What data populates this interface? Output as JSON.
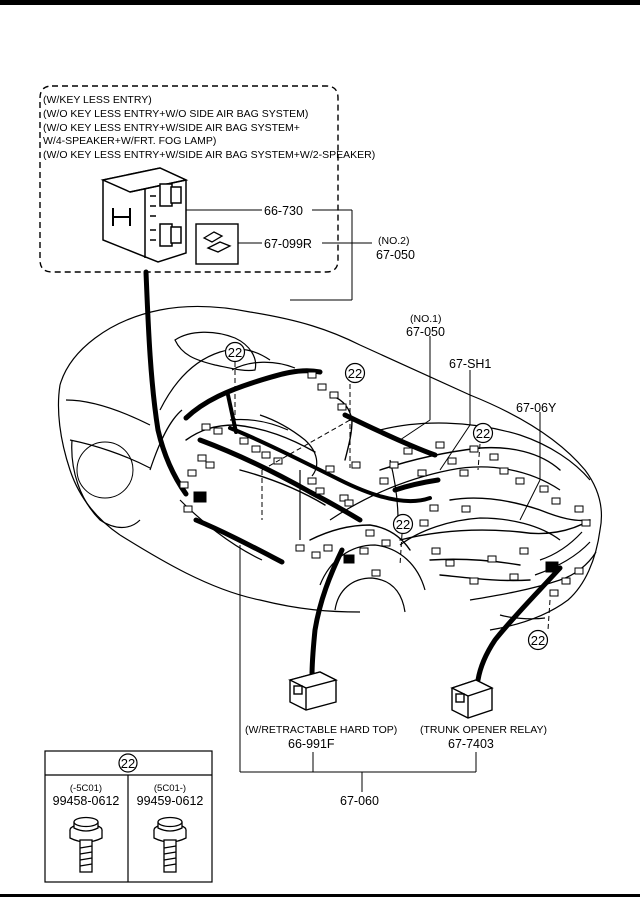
{
  "inset_notes": [
    "(W/KEY LESS ENTRY)",
    "(W/O KEY LESS ENTRY+W/O SIDE AIR BAG SYSTEM)",
    "(W/O KEY LESS ENTRY+W/SIDE AIR BAG SYSTEM+",
    "W/4-SPEAKER+W/FRT. FOG LAMP)",
    "(W/O KEY LESS ENTRY+W/SIDE AIR BAG SYSTEM+W/2-SPEAKER)"
  ],
  "parts": {
    "p66_730": "66-730",
    "p67_099R": "67-099R",
    "no2_note": "(NO.2)",
    "p67_050_no2": "67-050",
    "no1_note": "(NO.1)",
    "p67_050_no1": "67-050",
    "p67_SH1": "67-SH1",
    "p67_06Y": "67-06Y",
    "retract_note": "(W/RETRACTABLE HARD TOP)",
    "p66_991F": "66-991F",
    "trunk_note": "(TRUNK OPENER RELAY)",
    "p67_7403": "67-7403",
    "p67_060": "67-060"
  },
  "callout": "22",
  "bolt_table": {
    "header": "22",
    "left_note": "(-5C01)",
    "left_part": "99458-0612",
    "right_note": "(5C01-)",
    "right_part": "99459-0612"
  }
}
